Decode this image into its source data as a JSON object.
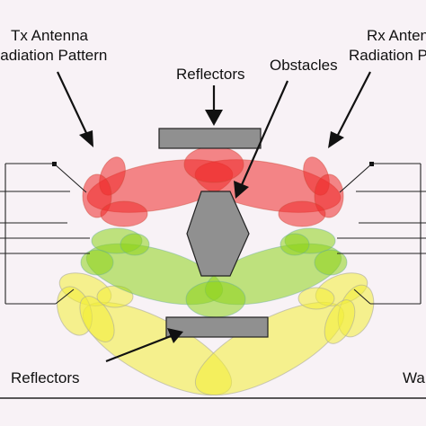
{
  "labels": {
    "tx_line1": "Tx Antenna",
    "tx_line2": "Radiation Pattern",
    "rx_line1": "Rx Antenna",
    "rx_line2": "Radiation Pattern",
    "reflectors_top": "Reflectors",
    "obstacles": "Obstacles",
    "reflectors_bottom": "Reflectors",
    "wall": "Wall"
  },
  "colors": {
    "red_beam": "#ee2a2a",
    "green_beam": "#8ed41a",
    "yellow_beam": "#f2ee36",
    "reflector_gray": "#909090",
    "background": "#f8f2f6"
  }
}
